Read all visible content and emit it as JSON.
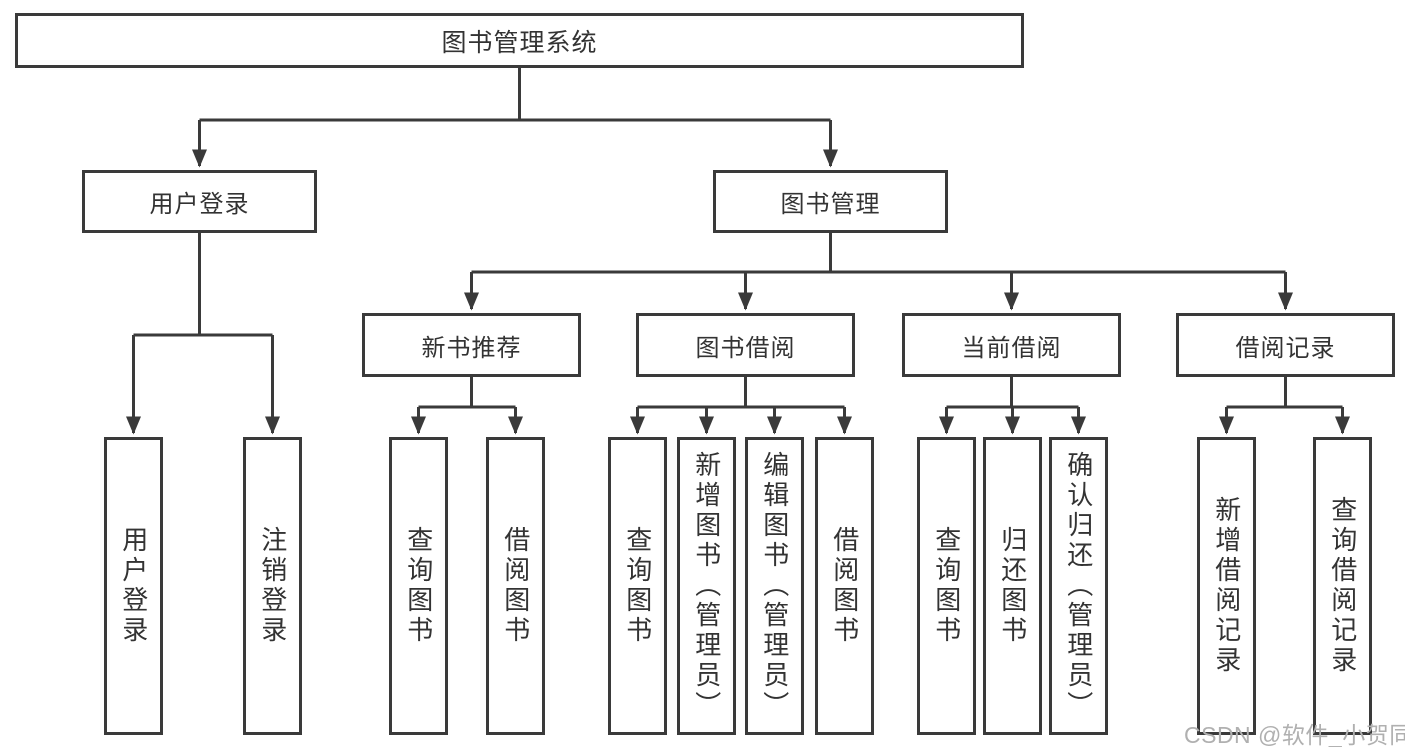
{
  "tree": {
    "root": "图书管理系统",
    "level2": [
      {
        "label": "用户登录",
        "children": [
          "用户登录",
          "注销登录"
        ]
      },
      {
        "label": "图书管理"
      }
    ],
    "level3": [
      {
        "label": "新书推荐",
        "children": [
          "查询图书",
          "借阅图书"
        ]
      },
      {
        "label": "图书借阅",
        "children": [
          "查询图书",
          "新增图书（管理员）",
          "编辑图书（管理员）",
          "借阅图书"
        ]
      },
      {
        "label": "当前借阅",
        "children": [
          "查询图书",
          "归还图书",
          "确认归还（管理员）"
        ]
      },
      {
        "label": "借阅记录",
        "children": [
          "新增借阅记录",
          "查询借阅记录"
        ]
      }
    ]
  },
  "watermark": "CSDN @软件_小贺同学",
  "colors": {
    "line": "#3a3a3a",
    "text": "#333333",
    "watermark": "#b0b0b0",
    "background": "#ffffff"
  }
}
